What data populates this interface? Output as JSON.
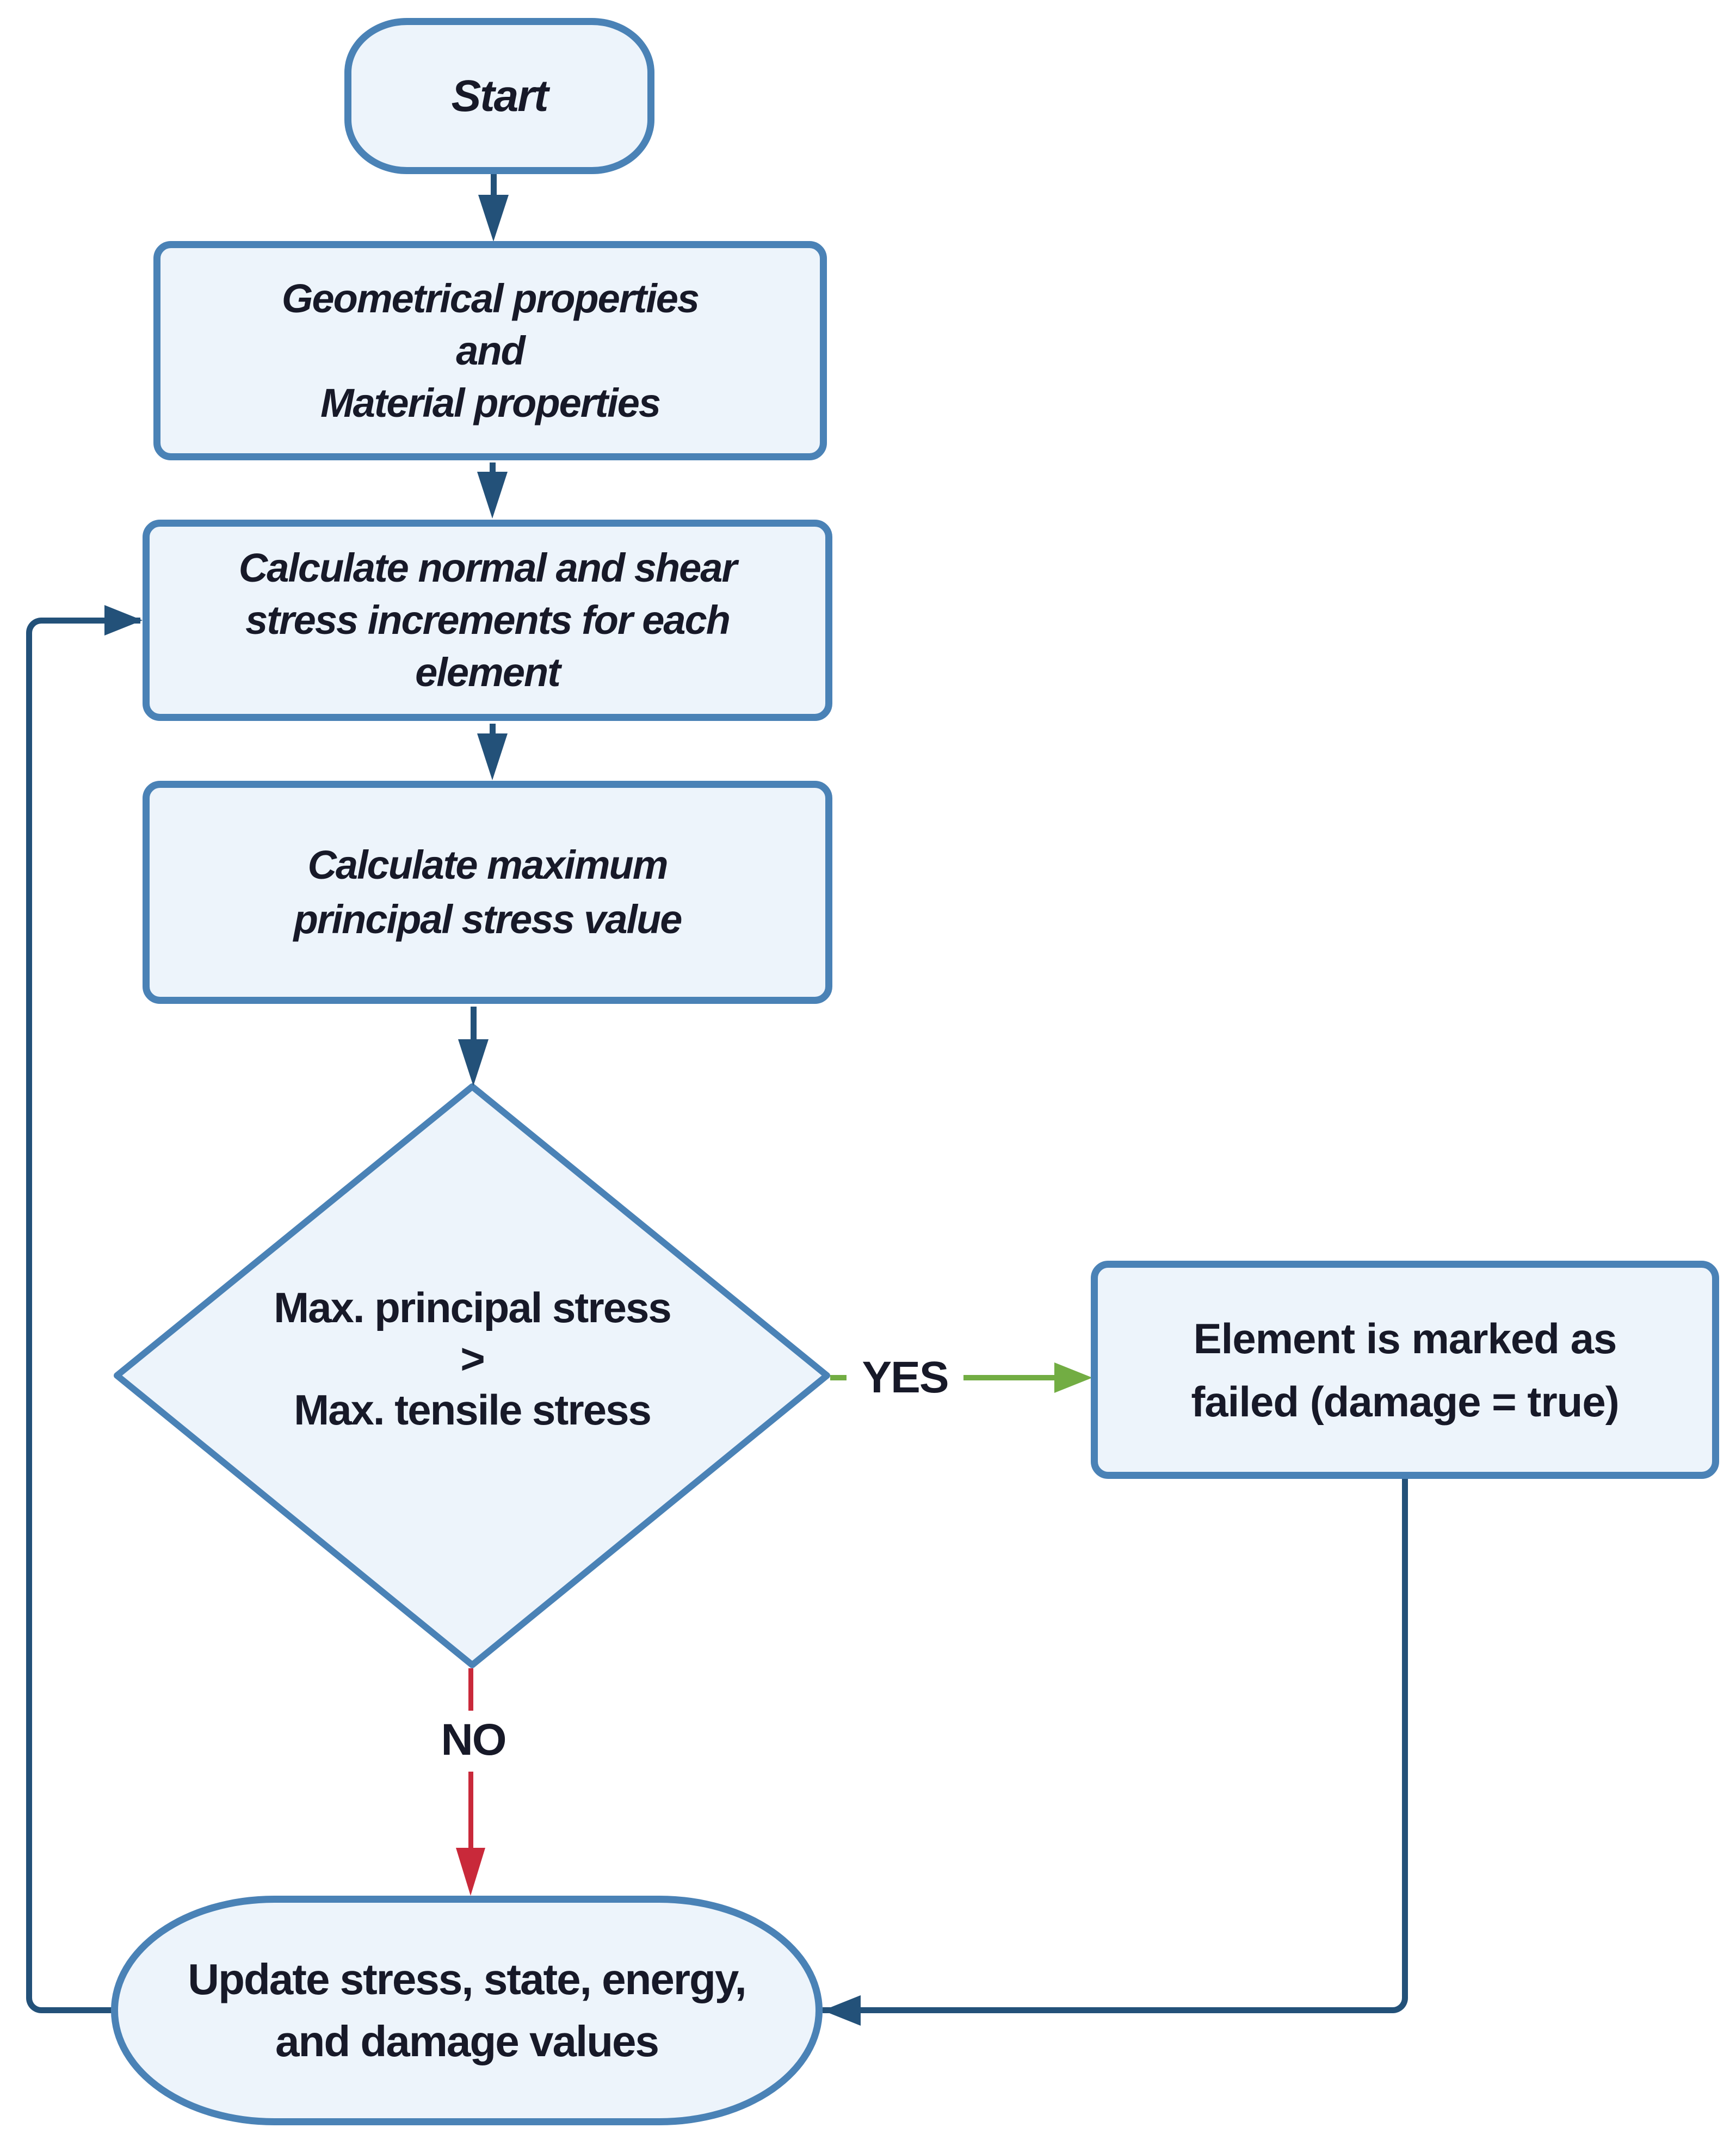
{
  "nodes": {
    "start": {
      "label": "Start"
    },
    "properties": {
      "lines": [
        "Geometrical properties",
        "and",
        "Material properties"
      ]
    },
    "calc_increments": {
      "lines": [
        "Calculate normal and shear",
        "stress increments for each",
        "element"
      ]
    },
    "calc_principal": {
      "lines": [
        "Calculate maximum",
        "principal stress value"
      ]
    },
    "decision": {
      "lines": [
        "Max. principal stress",
        ">",
        "Max. tensile stress"
      ]
    },
    "failed": {
      "lines": [
        "Element is marked as",
        "failed (damage = true)"
      ]
    },
    "update": {
      "lines": [
        "Update stress, state, energy,",
        "and damage values"
      ]
    }
  },
  "edges": {
    "yes_label": "YES",
    "no_label": "NO"
  },
  "colors": {
    "node_border": "#4a82b6",
    "node_fill": "#edf4fb",
    "connector_navy": "#235179",
    "yes_green": "#72ad43",
    "no_red": "#c9293a",
    "text": "#171928"
  }
}
